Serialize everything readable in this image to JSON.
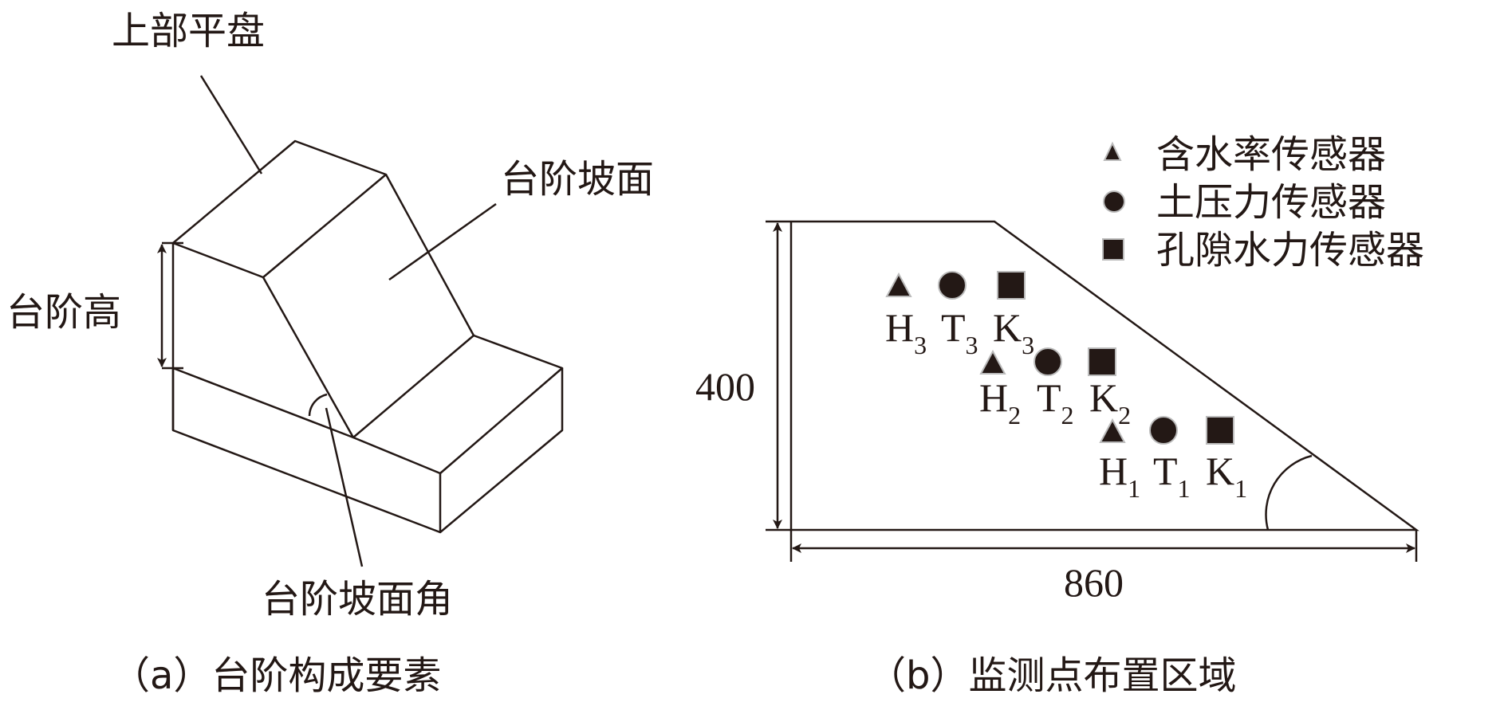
{
  "figure_a": {
    "label_top_platform": "上部平盘",
    "label_slope_face": "台阶坡面",
    "label_step_height": "台阶高",
    "label_slope_angle": "台阶坡面角",
    "caption": "（a）台阶构成要素"
  },
  "figure_b": {
    "dim_height": "400",
    "dim_width": "860",
    "caption": "（b）监测点布置区域",
    "legend": {
      "moisture": "含水率传感器",
      "earth_pressure": "土压力传感器",
      "pore_water": "孔隙水力传感器"
    },
    "sensor_labels": {
      "H3": {
        "main": "H",
        "sub": "3"
      },
      "T3": {
        "main": "T",
        "sub": "3"
      },
      "K3": {
        "main": "K",
        "sub": "3"
      },
      "H2": {
        "main": "H",
        "sub": "2"
      },
      "T2": {
        "main": "T",
        "sub": "2"
      },
      "K2": {
        "main": "K",
        "sub": "2"
      },
      "H1": {
        "main": "H",
        "sub": "1"
      },
      "T1": {
        "main": "T",
        "sub": "1"
      },
      "K1": {
        "main": "K",
        "sub": "1"
      }
    }
  }
}
